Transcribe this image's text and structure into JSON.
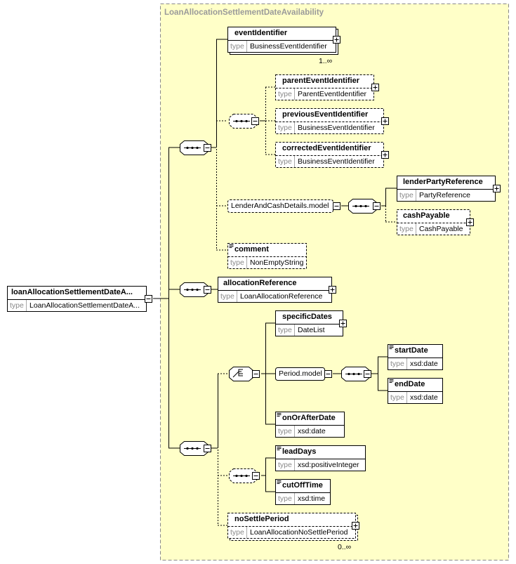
{
  "diagram": {
    "title": "LoanAllocationSettlementDateAvailability",
    "type_key": "type",
    "root": {
      "name": "loanAllocationSettlementDateA...",
      "type": "LoanAllocationSettlementDateA..."
    },
    "elements": {
      "eventIdentifier": {
        "name": "eventIdentifier",
        "type": "BusinessEventIdentifier",
        "occurs": "1..∞"
      },
      "parentEventIdentifier": {
        "name": "parentEventIdentifier",
        "type": "ParentEventIdentifier"
      },
      "previousEventIdentifier": {
        "name": "previousEventIdentifier",
        "type": "BusinessEventIdentifier"
      },
      "correctedEventIdentifier": {
        "name": "correctedEventIdentifier",
        "type": "BusinessEventIdentifier"
      },
      "lenderPartyReference": {
        "name": "lenderPartyReference",
        "type": "PartyReference"
      },
      "cashPayable": {
        "name": "cashPayable",
        "type": "CashPayable"
      },
      "comment": {
        "name": "comment",
        "type": "NonEmptyString"
      },
      "allocationReference": {
        "name": "allocationReference",
        "type": "LoanAllocationReference"
      },
      "specificDates": {
        "name": "specificDates",
        "type": "DateList"
      },
      "startDate": {
        "name": "startDate",
        "type": "xsd:date"
      },
      "endDate": {
        "name": "endDate",
        "type": "xsd:date"
      },
      "onOrAfterDate": {
        "name": "onOrAfterDate",
        "type": "xsd:date"
      },
      "leadDays": {
        "name": "leadDays",
        "type": "xsd:positiveInteger"
      },
      "cutOffTime": {
        "name": "cutOffTime",
        "type": "xsd:time"
      },
      "noSettlePeriod": {
        "name": "noSettlePeriod",
        "type": "LoanAllocationNoSettlePeriod",
        "occurs": "0..∞"
      }
    },
    "groups": {
      "lenderAndCash": "LenderAndCashDetails.model",
      "period": "Period.model"
    }
  }
}
